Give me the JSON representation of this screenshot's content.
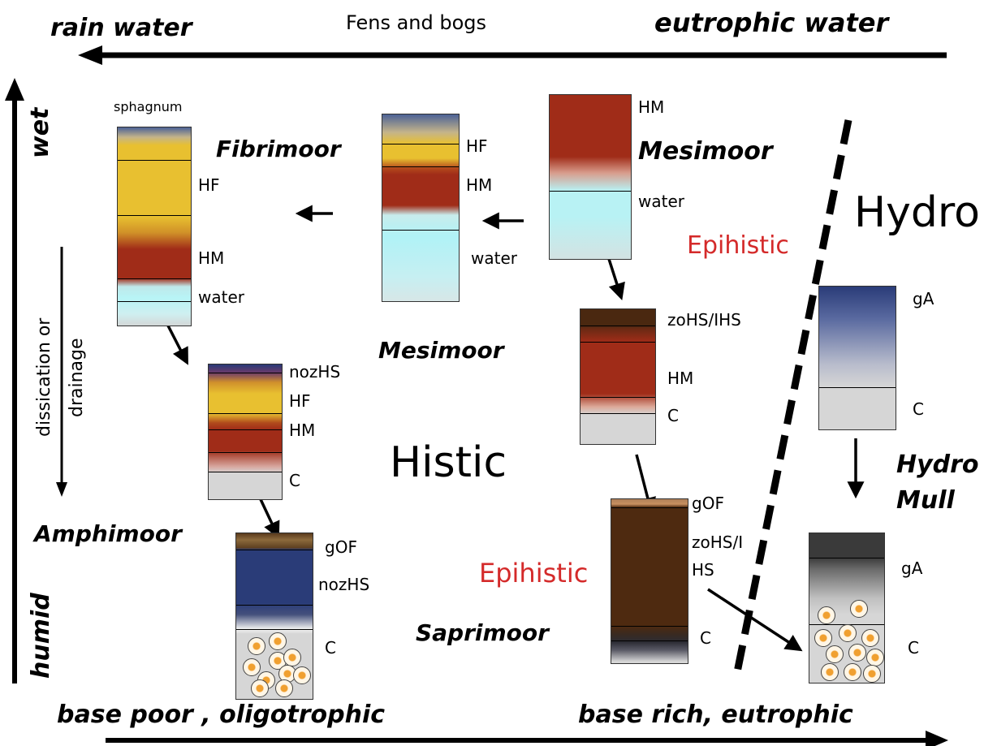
{
  "axes": {
    "top_left": "rain water",
    "top_center": "Fens and bogs",
    "top_right": "eutrophic  water",
    "left_top": "wet",
    "left_bottom": "humid",
    "left_process_line1": "dissication or",
    "left_process_line2": "drainage",
    "bottom_left": "base poor , oligotrophic",
    "bottom_right": "base rich, eutrophic"
  },
  "zones": {
    "histic": "Histic",
    "hydro": "Hydro",
    "epihistic_top": "Epihistic",
    "epihistic_bottom": "Epihistic"
  },
  "profiles": {
    "fibrimoor": {
      "name": "Fibrimoor",
      "top_label": "sphagnum",
      "horizons": [
        "HF",
        "HM",
        "water"
      ]
    },
    "mesimoor_center": {
      "name": "Mesimoor",
      "horizons": [
        "HF",
        "HM",
        "water"
      ]
    },
    "mesimoor_right": {
      "name": "Mesimoor",
      "horizons": [
        "HM",
        "water"
      ]
    },
    "amphimoor": {
      "name": "Amphimoor",
      "horizons": [
        "nozHS",
        "HF",
        "HM",
        "C"
      ]
    },
    "amphimoor_dry": {
      "horizons": [
        "gOF",
        "nozHS",
        "C"
      ]
    },
    "mesimoor_drained": {
      "horizons": [
        "zoHS/IHS",
        "HM",
        "C"
      ]
    },
    "saprimoor": {
      "name": "Saprimoor",
      "horizons": [
        "gOF",
        "zoHS/I",
        "HS",
        "C"
      ]
    },
    "hydro_profile": {
      "horizons": [
        "gA",
        "C"
      ]
    },
    "hydro_mull": {
      "name_line1": "Hydro",
      "name_line2": "Mull",
      "horizons": [
        "gA",
        "C"
      ]
    }
  },
  "colors": {
    "peat_fibric": "#e8c030",
    "peat_mesic": "#a02c18",
    "water": "#b8f4f6",
    "mineral": "#d6d6d6",
    "humus_dark": "#4e2a10",
    "gley_blue": "#2a3c78",
    "epihistic_red": "#d42a2a"
  }
}
